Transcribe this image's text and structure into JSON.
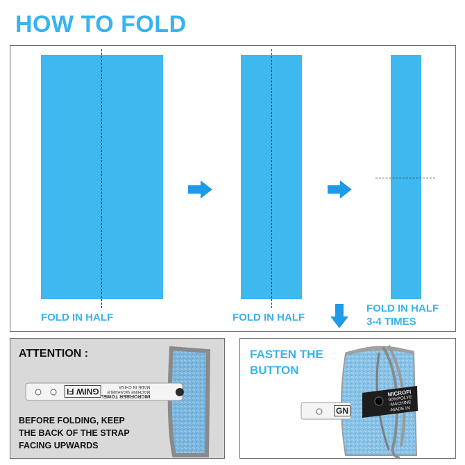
{
  "page": {
    "title": "HOW TO FOLD"
  },
  "fold_steps": [
    {
      "label": "FOLD IN HALF"
    },
    {
      "label": "FOLD IN HALF"
    },
    {
      "label_line1": "FOLD IN HALF",
      "label_line2": "3-4 TIMES"
    }
  ],
  "attention": {
    "title": "ATTENTION :",
    "note_line1": "BEFORE FOLDING, KEEP",
    "note_line2": "THE BACK OF THE STRAP",
    "note_line3": "FACING UPWARDS",
    "strap_logo": "GNIW FI",
    "strap_line1": "MICROFIBER TOWEL",
    "strap_line2": "MACHINE WASHABLE",
    "strap_line3": "MADE IN CHINA"
  },
  "fasten": {
    "title_line1": "FASTEN THE",
    "title_line2": "BUTTON",
    "strap_logo": "GN",
    "label_line1": "MICROFI",
    "label_line2": "90%POLYE",
    "label_line3": "-MACHINE",
    "label_line4": "-MADE IN"
  },
  "colors": {
    "accent": "#37b3ef",
    "towel": "#3eb8ee",
    "arrow": "#1e9be8",
    "attention_bg": "#d9d9d9"
  },
  "icons": [
    "arrow-right-icon",
    "arrow-right-icon",
    "arrow-down-icon"
  ]
}
